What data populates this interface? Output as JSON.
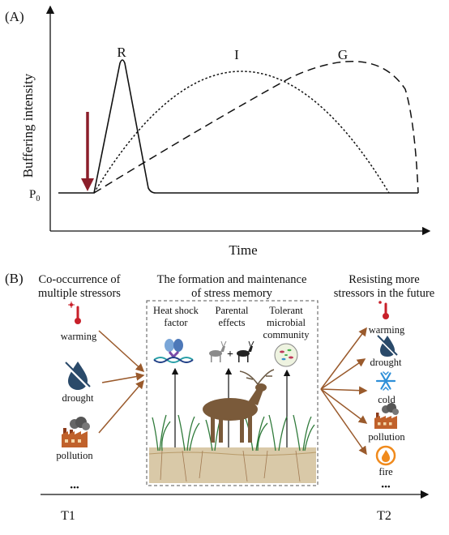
{
  "panel_a": {
    "label": "(A)",
    "ylabel": "Buffering intensity",
    "xlabel": "Time",
    "baseline_label": "P",
    "baseline_sub": "0",
    "curve_labels": {
      "r": "R",
      "i": "I",
      "g": "G"
    },
    "colors": {
      "stress_arrow": "#8b1e2a",
      "lines": "#111111"
    }
  },
  "panel_b": {
    "label": "(B)",
    "left_heading": [
      "Co-occurrence of",
      "multiple stressors"
    ],
    "center_heading": [
      "The formation and maintenance",
      "of stress memory"
    ],
    "right_heading": [
      "Resisting more",
      "stressors in the future"
    ],
    "left_stressors": [
      {
        "label": "warming",
        "icon": "thermometer-icon"
      },
      {
        "label": "drought",
        "icon": "water-drop-slash-icon"
      },
      {
        "label": "pollution",
        "icon": "factory-icon"
      }
    ],
    "right_stressors": [
      {
        "label": "warming",
        "icon": "thermometer-icon"
      },
      {
        "label": "drought",
        "icon": "water-drop-slash-icon"
      },
      {
        "label": "cold",
        "icon": "snowflake-icon"
      },
      {
        "label": "pollution",
        "icon": "factory-icon"
      },
      {
        "label": "fire",
        "icon": "fire-icon"
      }
    ],
    "ellipsis": "•••",
    "memory_items": [
      {
        "label": [
          "Heat shock",
          "factor"
        ],
        "icon": "protein-dna-icon"
      },
      {
        "label": [
          "Parental",
          "effects"
        ],
        "icon": "deer-pair-icon",
        "plus": "+"
      },
      {
        "label": [
          "Tolerant",
          "microbial",
          "community"
        ],
        "icon": "petri-dish-icon"
      }
    ],
    "time_labels": {
      "start": "T1",
      "end": "T2"
    },
    "colors": {
      "arrows": "#9a5a2c",
      "dashed_box": "#555555",
      "snow": "#2e8fd8",
      "fire": "#f08a1c",
      "thermo": "#c8202a",
      "drop": "#2a4a6a"
    }
  }
}
